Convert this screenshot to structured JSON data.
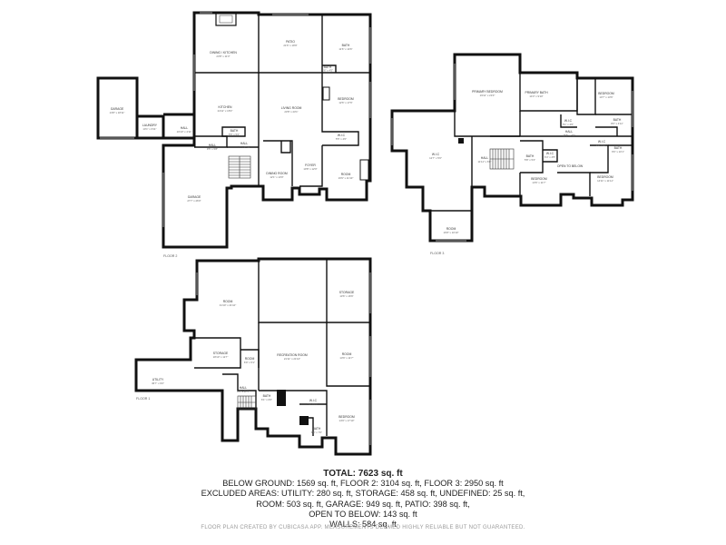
{
  "floor2": {
    "label": "FLOOR 2",
    "rooms": [
      {
        "id": "garage_small",
        "name": "GARAGE",
        "dims": "13'8\" x 18'11\""
      },
      {
        "id": "laundry",
        "name": "LAUNDRY",
        "dims": "10'1\" x 6'11\""
      },
      {
        "id": "hall_a",
        "name": "HALL",
        "dims": "10'10\" x 4'11\""
      },
      {
        "id": "dining_kitchen",
        "name": "DINING / KITCHEN",
        "dims": "23'8\" x 11'3\""
      },
      {
        "id": "patio",
        "name": "PATIO",
        "dims": "21'6\" x 19'9\""
      },
      {
        "id": "bath_a",
        "name": "BATH",
        "dims": "11'6\" x 14'6\""
      },
      {
        "id": "kitchen",
        "name": "KITCHEN",
        "dims": "24'11\" x 15'0\""
      },
      {
        "id": "bath_b",
        "name": "BATH",
        "dims": "5'6\" x 4'5\""
      },
      {
        "id": "living_room",
        "name": "LIVING ROOM",
        "dims": "23'8\" x 23'1\""
      },
      {
        "id": "bedroom_a",
        "name": "BEDROOM",
        "dims": "12'6\" x 17'6\""
      },
      {
        "id": "wic_a",
        "name": "W.I.C",
        "dims": "5'5\" x 4'0\""
      },
      {
        "id": "hall_b",
        "name": "HALL",
        "dims": "7'10\" x 5'4\""
      },
      {
        "id": "wall_c",
        "name": "HALL",
        "dims": "9'5\" x 5'8\""
      },
      {
        "id": "bath_c",
        "name": "BATH",
        "dims": "5'5\" x 5'2\""
      },
      {
        "id": "dining_room",
        "name": "DINING ROOM",
        "dims": "12'1\" x 13'0\""
      },
      {
        "id": "foyer",
        "name": "FOYER",
        "dims": "10'8\" x 12'0\""
      },
      {
        "id": "room_a",
        "name": "ROOM",
        "dims": "16'9\" x 11'10\""
      },
      {
        "id": "garage_big",
        "name": "GARAGE",
        "dims": "27'7\" x 26'0\""
      }
    ]
  },
  "floor3": {
    "label": "FLOOR 3",
    "rooms": [
      {
        "id": "primary_bedroom",
        "name": "PRIMARY BEDROOM",
        "dims": "19'11\" x 21'0\""
      },
      {
        "id": "primary_bath",
        "name": "PRIMARY BATH",
        "dims": "14'3\" x 9'10\""
      },
      {
        "id": "bedroom_b",
        "name": "BEDROOM",
        "dims": "13'7\" x 13'6\""
      },
      {
        "id": "bath_d",
        "name": "BATH",
        "dims": "8'0\" x 4'11\""
      },
      {
        "id": "wic_b",
        "name": "W.I.C",
        "dims": "5'1\" x 4'6\""
      },
      {
        "id": "hall_c",
        "name": "HALL",
        "dims": "28'8\" x 4'5\""
      },
      {
        "id": "wic_c",
        "name": "W.I.C",
        "dims": "12'7\" x 5'6\""
      },
      {
        "id": "hall_d",
        "name": "HALL",
        "dims": "11'11\" x 6'8\""
      },
      {
        "id": "bath_e",
        "name": "BATH",
        "dims": "5'8\" x 5'4\""
      },
      {
        "id": "wic_d",
        "name": "W.I.C",
        "dims": "6'4\" x 4'5\""
      },
      {
        "id": "bath_f",
        "name": "BATH",
        "dims": "6'6\" x 10'1\""
      },
      {
        "id": "wic_e",
        "name": "W.I.C",
        "dims": "4'4\" x 4'0\""
      },
      {
        "id": "open_below_room",
        "name": "OPEN TO BELOW",
        "dims": ""
      },
      {
        "id": "bedroom_c",
        "name": "BEDROOM",
        "dims": "13'6\" x 11'7\""
      },
      {
        "id": "bedroom_d",
        "name": "BEDROOM",
        "dims": "14'11\" x 11'11\""
      },
      {
        "id": "room_b",
        "name": "ROOM",
        "dims": "16'8\" x 10'10\""
      }
    ]
  },
  "floor1": {
    "label": "FLOOR 1",
    "rooms": [
      {
        "id": "room_c",
        "name": "ROOM",
        "dims": "31'10\" x 21'10\""
      },
      {
        "id": "storage_a",
        "name": "STORAGE",
        "dims": "13'6\" x 16'6\""
      },
      {
        "id": "storage_b",
        "name": "STORAGE",
        "dims": "18'10\" x 11'7\""
      },
      {
        "id": "room_d",
        "name": "ROOM",
        "dims": "6'9\" x 5'1\""
      },
      {
        "id": "rec_room",
        "name": "RECREATION ROOM",
        "dims": "21'11\" x 21'10\""
      },
      {
        "id": "room_e",
        "name": "ROOM",
        "dims": "13'6\" x 11'7\""
      },
      {
        "id": "utility",
        "name": "UTILITY",
        "dims": "36'7\" x 9'0\""
      },
      {
        "id": "hall_e",
        "name": "HALL",
        "dims": "8'6\" x 11'1\""
      },
      {
        "id": "bath_g",
        "name": "BATH",
        "dims": "6'1\" x 6'0\""
      },
      {
        "id": "wic_f",
        "name": "W.I.C",
        "dims": "5'8\" x 6'6\""
      },
      {
        "id": "bath_h",
        "name": "BATH",
        "dims": "6'6\" x 7'0\""
      },
      {
        "id": "bedroom_e",
        "name": "BEDROOM",
        "dims": "14'6\" x 17'10\""
      }
    ]
  },
  "summary": {
    "total": "TOTAL: 7623 sq. ft",
    "line1": "BELOW GROUND: 1569 sq. ft, FLOOR 2: 3104 sq. ft, FLOOR 3: 2950 sq. ft",
    "line2": "EXCLUDED AREAS: UTILITY: 280 sq. ft, STORAGE: 458 sq. ft, UNDEFINED: 25 sq. ft,",
    "line3": "ROOM: 503 sq. ft, GARAGE: 949 sq. ft, PATIO: 398 sq. ft,",
    "line4": "OPEN TO BELOW: 143 sq. ft",
    "line5": "WALLS: 584 sq. ft"
  },
  "disclaimer": "FLOOR PLAN CREATED BY CUBICASA APP. MEASUREMENTS DEEMED HIGHLY RELIABLE BUT NOT GUARANTEED."
}
